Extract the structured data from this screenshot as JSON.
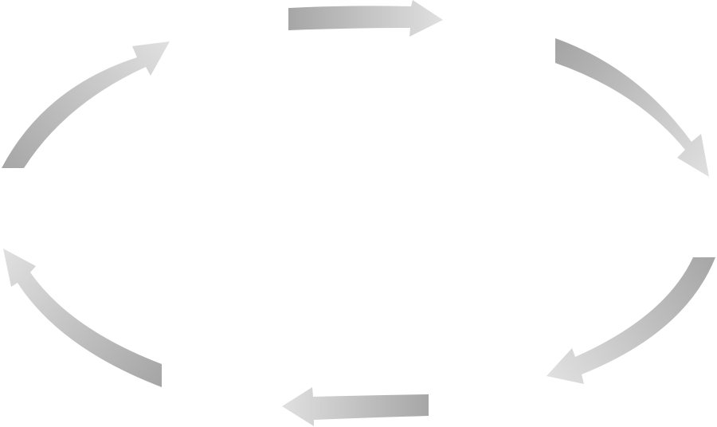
{
  "diagram": {
    "type": "cycle",
    "direction": "clockwise",
    "arrow_count": 6,
    "arrows": [
      {
        "id": "top",
        "icon": "arrow-right-icon"
      },
      {
        "id": "top-right",
        "icon": "arrow-curve-down-icon"
      },
      {
        "id": "bottom-right",
        "icon": "arrow-curve-down-left-icon"
      },
      {
        "id": "bottom",
        "icon": "arrow-left-icon"
      },
      {
        "id": "bottom-left",
        "icon": "arrow-curve-up-icon"
      },
      {
        "id": "top-left",
        "icon": "arrow-curve-up-right-icon"
      }
    ],
    "colors": {
      "arrow_dark": "#a6a6a6",
      "arrow_light": "#e0e0e0",
      "background": "#ffffff"
    }
  }
}
